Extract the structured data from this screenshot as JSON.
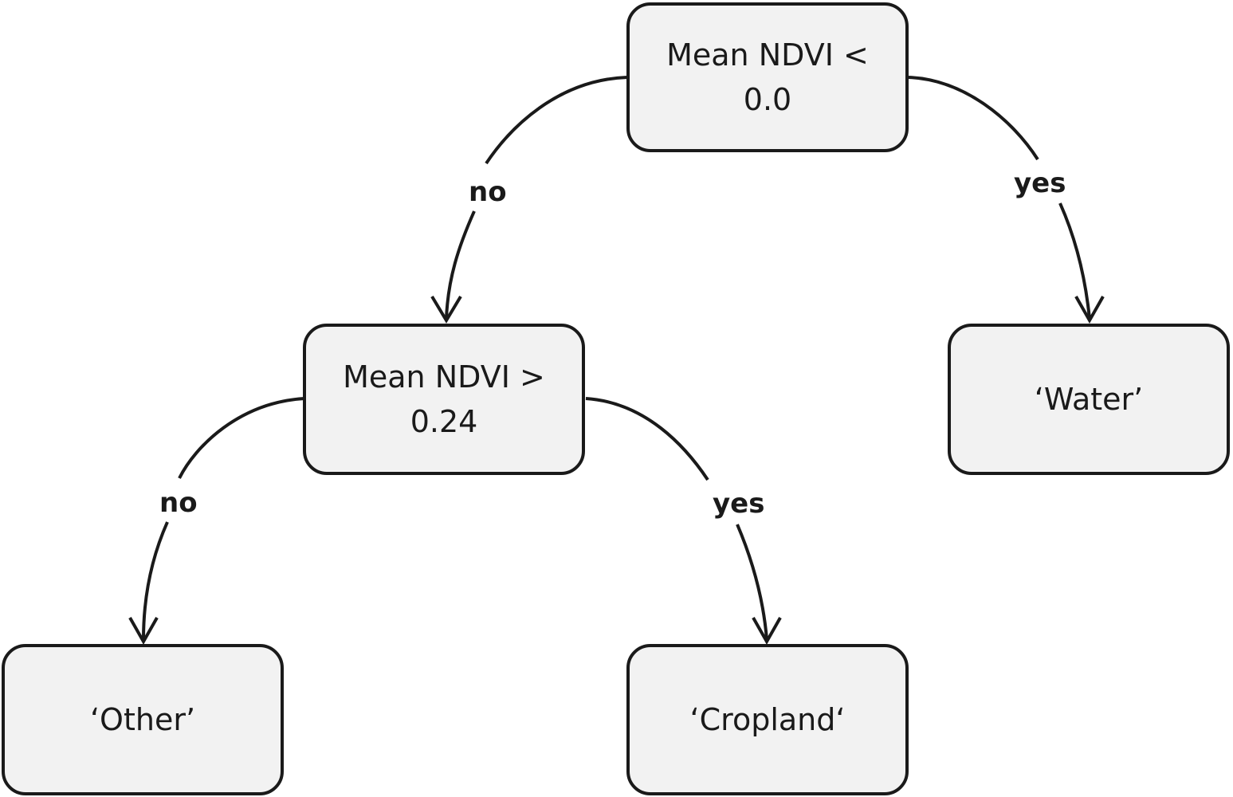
{
  "nodes": {
    "root": {
      "line1": "Mean NDVI <",
      "line2": "0.0"
    },
    "mid": {
      "line1": "Mean NDVI >",
      "line2": "0.24"
    },
    "water": {
      "label": "‘Water’"
    },
    "other": {
      "label": "‘Other’"
    },
    "cropland": {
      "label": "‘Cropland‘"
    }
  },
  "edges": {
    "root_no": "no",
    "root_yes": "yes",
    "mid_no": "no",
    "mid_yes": "yes"
  },
  "colors": {
    "box_fill": "#f2f2f2",
    "stroke": "#1a1a1a"
  }
}
